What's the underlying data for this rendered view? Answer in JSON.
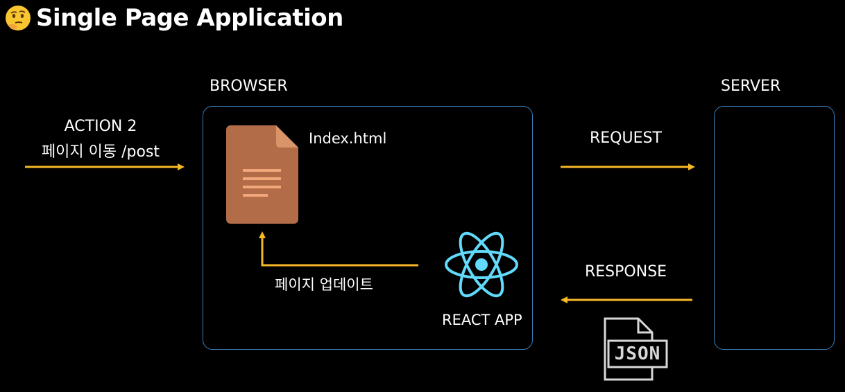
{
  "title": "Single Page Application",
  "labels": {
    "action_line1": "ACTION 2",
    "action_line2": "페이지 이동 /post",
    "browser": "BROWSER",
    "server": "SERVER",
    "index_file": "Index.html",
    "page_update": "페이지 업데이트",
    "react_app": "REACT APP",
    "request": "REQUEST",
    "response": "RESPONSE",
    "json_icon_text": "JSON"
  },
  "icons": {
    "title_emoji": "thinking-face-icon",
    "document": "document-icon",
    "react": "react-logo-icon",
    "json": "json-file-icon"
  },
  "colors": {
    "background": "#000000",
    "arrow": "#f6b826",
    "box_border": "#3d7fb6",
    "document": "#b26c47",
    "document_fold": "#d9946a",
    "document_lines": "#f2a77a",
    "react": "#61dafb",
    "text": "#ffffff"
  }
}
